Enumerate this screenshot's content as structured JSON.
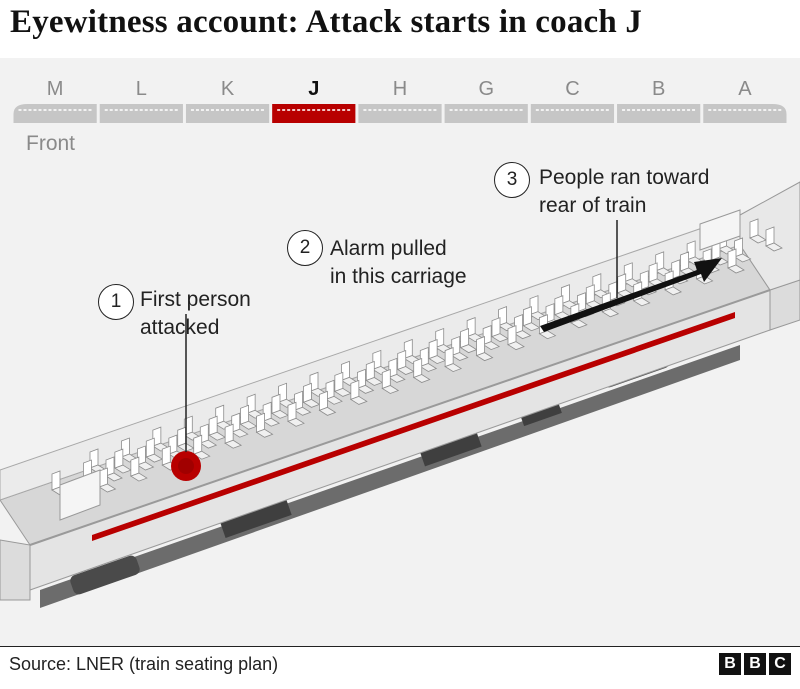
{
  "title": "Eyewitness account: Attack starts in coach J",
  "coaches": [
    "M",
    "L",
    "K",
    "J",
    "H",
    "G",
    "C",
    "B",
    "A"
  ],
  "active_coach": "J",
  "front_label": "Front",
  "callouts": [
    {
      "num": "1",
      "line1": "First person",
      "line2": "attacked"
    },
    {
      "num": "2",
      "line1": "Alarm pulled",
      "line2": "in this carriage"
    },
    {
      "num": "3",
      "line1": "People ran toward",
      "line2": "rear of train"
    }
  ],
  "source": "Source: LNER (train seating plan)",
  "logo": [
    "B",
    "B",
    "C"
  ],
  "colors": {
    "highlight": "#b80000",
    "coach_grey": "#c6c6c6",
    "panel": "#f2f2f2",
    "arrow": "#111111"
  }
}
